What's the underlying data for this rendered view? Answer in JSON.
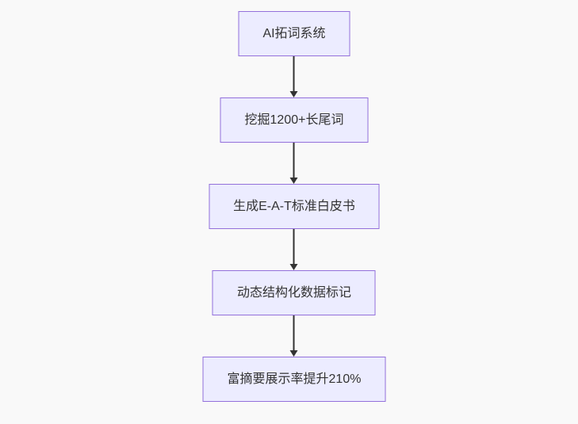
{
  "diagram": {
    "type": "flowchart",
    "direction": "top-down",
    "background_color": "#f9f9f9",
    "node_fill_color": "#ECECFF",
    "node_border_color": "#9370DB",
    "arrow_color": "#333333",
    "text_color": "#333333",
    "nodes": [
      {
        "id": "n1",
        "label": "AI拓词系统"
      },
      {
        "id": "n2",
        "label": "挖掘1200+长尾词"
      },
      {
        "id": "n3",
        "label": "生成E-A-T标准白皮书"
      },
      {
        "id": "n4",
        "label": "动态结构化数据标记"
      },
      {
        "id": "n5",
        "label": "富摘要展示率提升210%"
      }
    ],
    "edges": [
      {
        "from": "n1",
        "to": "n2"
      },
      {
        "from": "n2",
        "to": "n3"
      },
      {
        "from": "n3",
        "to": "n4"
      },
      {
        "from": "n4",
        "to": "n5"
      }
    ]
  }
}
